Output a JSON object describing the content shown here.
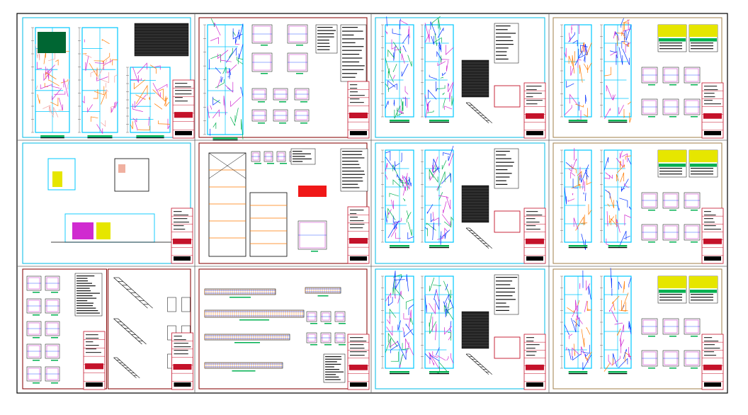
{
  "drawing_set": {
    "sheet_count": 13,
    "colors": {
      "background": "#ffffff",
      "outer_frame": "#000000",
      "cell_border": "#666666",
      "sheet_border_cyan": "#16bfe6",
      "sheet_border_red": "#8b1010",
      "sheet_border_tan": "#a88a5a",
      "title_block": "#c4122a",
      "wall_cyan": "#00c8ff",
      "line_magenta": "#d02ad0",
      "line_green": "#00b050",
      "line_blue": "#0030ff",
      "line_yellow": "#e6e600",
      "line_orange": "#ff7a00",
      "dark_table": "#222222"
    },
    "sheets": [
      {
        "id": "A-01",
        "type": "floor-plans",
        "border": "cyan"
      },
      {
        "id": "A-02",
        "type": "structural-foundation",
        "border": "red"
      },
      {
        "id": "A-03",
        "type": "sanitary-installations",
        "border": "cyan"
      },
      {
        "id": "A-04",
        "type": "electrical-details",
        "border": "tan"
      },
      {
        "id": "A-05",
        "type": "elevations-sections",
        "border": "cyan"
      },
      {
        "id": "A-06",
        "type": "structural-framing",
        "border": "red"
      },
      {
        "id": "A-07",
        "type": "sanitary-installations",
        "border": "cyan"
      },
      {
        "id": "A-08",
        "type": "electrical-details",
        "border": "tan"
      },
      {
        "id": "A-09",
        "type": "column-details",
        "border": "red"
      },
      {
        "id": "A-10",
        "type": "stair-details",
        "border": "red"
      },
      {
        "id": "A-11",
        "type": "beam-details",
        "border": "red"
      },
      {
        "id": "A-12",
        "type": "sanitary-installations",
        "border": "cyan"
      },
      {
        "id": "A-13",
        "type": "electrical-details",
        "border": "tan"
      }
    ]
  }
}
